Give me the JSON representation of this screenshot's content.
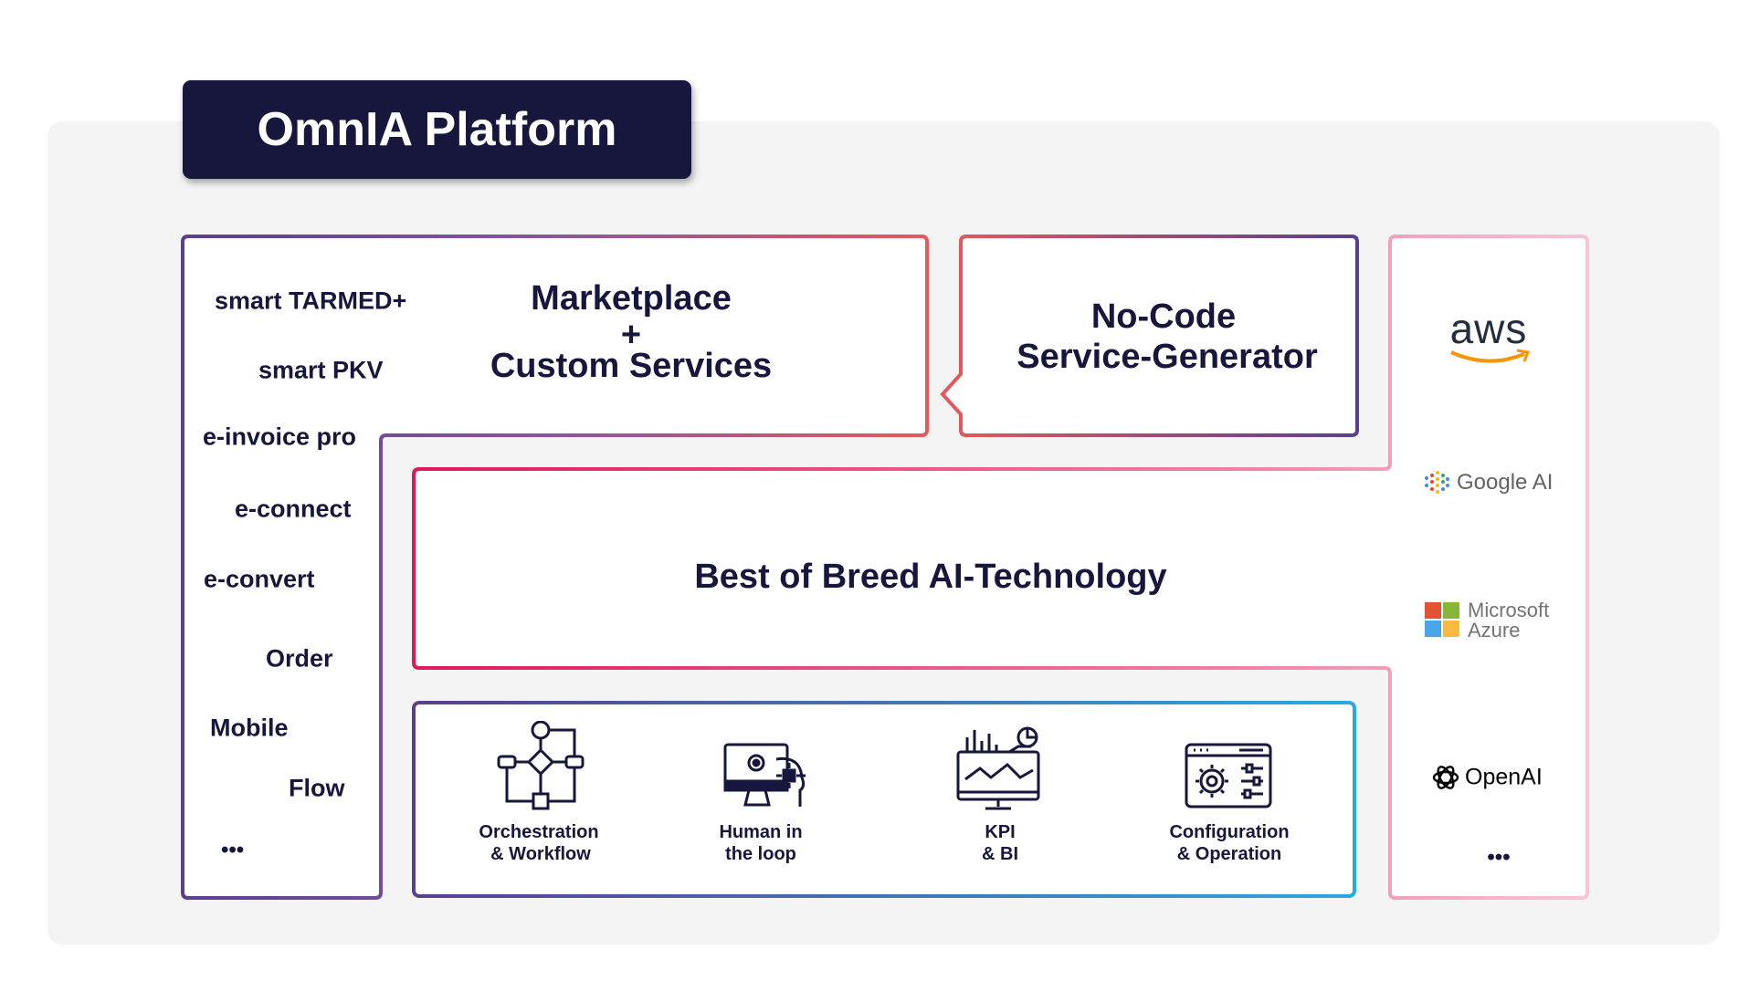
{
  "title": "OmnIA Platform",
  "products": [
    "smart TARMED+",
    "smart PKV",
    "e-invoice pro",
    "e-connect",
    "e-convert",
    "Order",
    "Mobile",
    "Flow",
    "•••"
  ],
  "marketplace": {
    "line1": "Marketplace",
    "plus": "+",
    "line2": "Custom Services"
  },
  "nocode": {
    "line1": "No-Code",
    "line2": "Service-Generator"
  },
  "ai": {
    "label": "Best of Breed AI-Technology"
  },
  "features": [
    {
      "line1": "Orchestration",
      "line2": "& Workflow",
      "icon": "workflow-icon"
    },
    {
      "line1": "Human in",
      "line2": "the loop",
      "icon": "human-computer-icon"
    },
    {
      "line1": "KPI",
      "line2": "& BI",
      "icon": "dashboard-chart-icon"
    },
    {
      "line1": "Configuration",
      "line2": "& Operation",
      "icon": "settings-window-icon"
    }
  ],
  "providers": {
    "aws": "aws",
    "google": "Google AI",
    "azure1": "Microsoft",
    "azure2": "Azure",
    "openai": "OpenAI",
    "more": "•••"
  },
  "colors": {
    "navy": "#17173d",
    "purple": "#5b3f8f",
    "red": "#e0185a",
    "pink": "#f5a3c0",
    "blue": "#2aa8e0",
    "aws_orange": "#f79400"
  }
}
